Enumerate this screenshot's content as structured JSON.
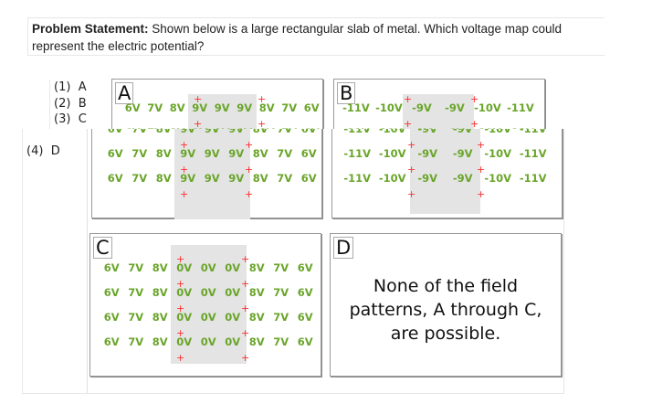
{
  "problem": {
    "label": "Problem Statement:",
    "text": "Shown below is a large rectangular slab of metal.  Which voltage map could represent the electric potential?"
  },
  "options": [
    {
      "num": "(1)",
      "letter": "A"
    },
    {
      "num": "(2)",
      "letter": "B"
    },
    {
      "num": "(3)",
      "letter": "C"
    },
    {
      "num": "(4)",
      "letter": "D"
    }
  ],
  "maps": {
    "A": {
      "label": "A",
      "row": [
        "6V",
        "7V",
        "8V",
        "9V",
        "9V",
        "9V",
        "8V",
        "7V",
        "6V"
      ],
      "rows": 3
    },
    "B": {
      "label": "B",
      "row": [
        "-11V",
        "-10V",
        "-9V",
        "-9V",
        "-10V",
        "-11V"
      ],
      "rows": 3
    },
    "C": {
      "label": "C",
      "row": [
        "6V",
        "7V",
        "8V",
        "0V",
        "0V",
        "0V",
        "8V",
        "7V",
        "6V"
      ],
      "rows": 4
    },
    "D": {
      "label": "D",
      "text_lines": [
        "None of the field",
        "patterns, A through C,",
        "are possible."
      ]
    }
  },
  "colors": {
    "voltage": "#6aa52a",
    "charge": "#ff3030",
    "conductor_shade": "#e4e4e4"
  },
  "charge_symbol": "+"
}
